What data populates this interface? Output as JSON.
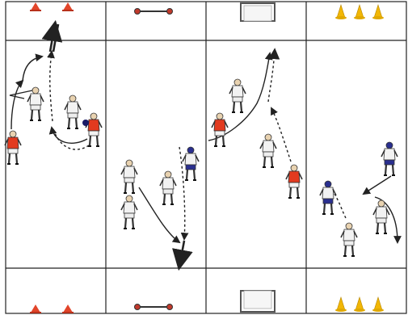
{
  "diagram": {
    "lanes": [
      {
        "id": "lane-1",
        "top_equipment": "cones-red",
        "bottom_equipment": "cones-red",
        "players": [
          {
            "team": "red",
            "facing": "right"
          },
          {
            "team": "white",
            "facing": "right"
          },
          {
            "team": "white",
            "facing": "right"
          },
          {
            "team": "red",
            "facing": "left",
            "role": "goalkeeper"
          }
        ]
      },
      {
        "id": "lane-2",
        "top_equipment": "mini-hurdle",
        "bottom_equipment": "mini-hurdle",
        "players": [
          {
            "team": "white",
            "facing": "right"
          },
          {
            "team": "white",
            "facing": "right"
          },
          {
            "team": "white",
            "facing": "left"
          },
          {
            "team": "blue-white",
            "facing": "right"
          }
        ]
      },
      {
        "id": "lane-3",
        "top_equipment": "mini-goal",
        "bottom_equipment": "mini-goal",
        "players": [
          {
            "team": "white",
            "facing": "right"
          },
          {
            "team": "red",
            "facing": "right"
          },
          {
            "team": "white",
            "facing": "left"
          },
          {
            "team": "red-white",
            "facing": "right"
          }
        ]
      },
      {
        "id": "lane-4",
        "top_equipment": "cones-yellow",
        "bottom_equipment": "cones-yellow",
        "players": [
          {
            "team": "white-blue",
            "facing": "left"
          },
          {
            "team": "blue-white",
            "facing": "right"
          },
          {
            "team": "white",
            "facing": "right"
          },
          {
            "team": "white",
            "facing": "left"
          }
        ]
      }
    ],
    "colors": {
      "line": "#222222",
      "cone_red": "#e2452a",
      "cone_yellow": "#f2b705",
      "red_kit": "#e23a1f",
      "white_kit": "#f2f2f2",
      "blue_kit": "#2a2f8f",
      "hurdle_red": "#c0392b"
    }
  }
}
